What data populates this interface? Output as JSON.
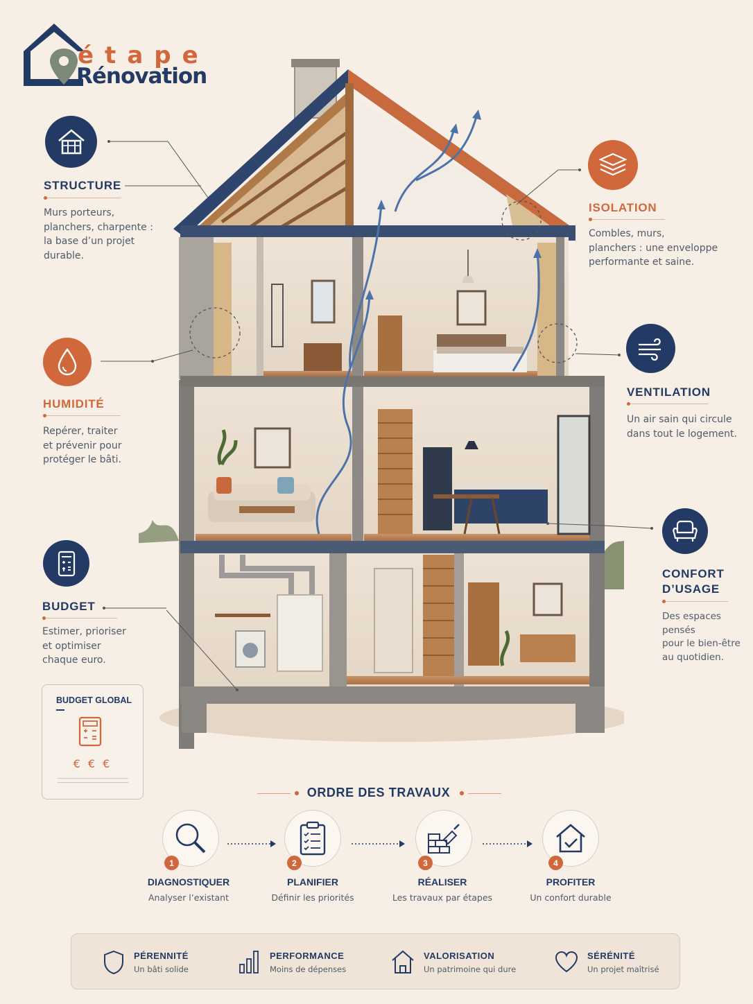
{
  "logo": {
    "line1": "étape",
    "line2": "Rénovation"
  },
  "features": {
    "structure": {
      "title": "STRUCTURE",
      "desc": [
        "Murs porteurs,",
        "planchers, charpente :",
        "la base d’un projet",
        "durable."
      ]
    },
    "isolation": {
      "title": "ISOLATION",
      "desc": [
        "Combles, murs,",
        "planchers : une enveloppe",
        "performante et saine."
      ]
    },
    "humidite": {
      "title": "HUMIDITÉ",
      "desc": [
        "Repérer, traiter",
        "et prévenir pour",
        "protéger le bâti."
      ]
    },
    "ventilation": {
      "title": "VENTILATION",
      "desc": [
        "Un air sain qui circule",
        "dans tout le logement."
      ]
    },
    "confort": {
      "title1": "CONFORT",
      "title2": "D’USAGE",
      "desc": [
        "Des espaces pensés",
        "pour le bien-être",
        "au quotidien."
      ]
    },
    "budget": {
      "title": "BUDGET",
      "desc": [
        "Estimer, prioriser",
        "et optimiser",
        "chaque euro."
      ]
    }
  },
  "budget_global": {
    "title": "BUDGET GLOBAL",
    "euros": "€ € €"
  },
  "ordre": {
    "title": "ORDRE DES TRAVAUX",
    "steps": [
      {
        "num": "1",
        "label": "DIAGNOSTIQUER",
        "sub": "Analyser l’existant"
      },
      {
        "num": "2",
        "label": "PLANIFIER",
        "sub": "Définir les priorités"
      },
      {
        "num": "3",
        "label": "RÉALISER",
        "sub": "Les travaux par étapes"
      },
      {
        "num": "4",
        "label": "PROFITER",
        "sub": "Un confort durable"
      }
    ]
  },
  "benefits": [
    {
      "title": "PÉRENNITÉ",
      "sub": "Un bâti solide"
    },
    {
      "title": "PERFORMANCE",
      "sub": "Moins de dépenses"
    },
    {
      "title": "VALORISATION",
      "sub": "Un patrimoine qui dure"
    },
    {
      "title": "SÉRÉNITÉ",
      "sub": "Un projet maîtrisé"
    }
  ],
  "colors": {
    "navy": "#223a64",
    "orange": "#d0683c",
    "background": "#f7efe6"
  }
}
